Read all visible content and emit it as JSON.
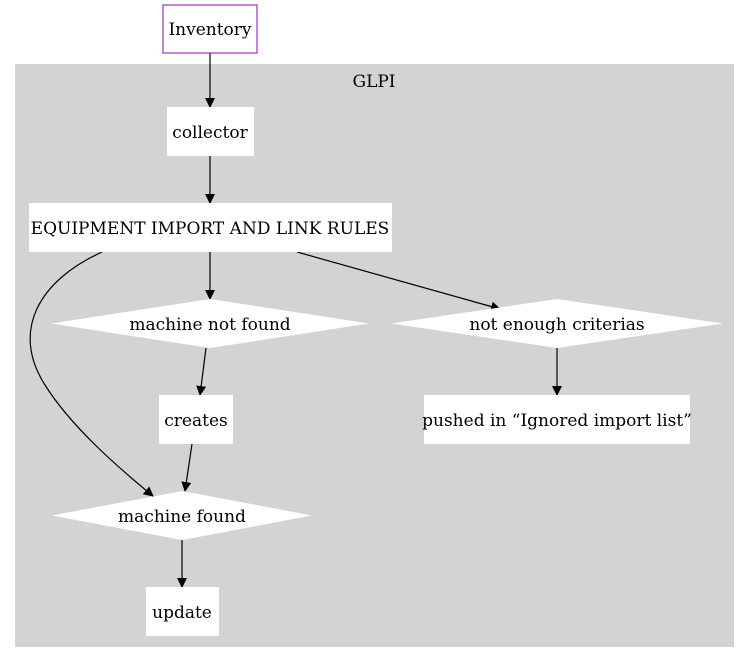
{
  "diagram": {
    "cluster": {
      "label": "GLPI",
      "fill": "#d3d3d3"
    },
    "nodes": {
      "inventory": {
        "label": "Inventory",
        "border": "#9933cc"
      },
      "collector": {
        "label": "collector"
      },
      "rules": {
        "label": "EQUIPMENT IMPORT AND LINK RULES"
      },
      "not_found": {
        "label": "machine not found"
      },
      "not_enough": {
        "label": "not enough criterias"
      },
      "creates": {
        "label": "creates"
      },
      "ignored": {
        "label": "pushed in “Ignored import list”"
      },
      "found": {
        "label": "machine found"
      },
      "update": {
        "label": "update"
      }
    },
    "edges": [
      {
        "from": "inventory",
        "to": "collector"
      },
      {
        "from": "collector",
        "to": "rules"
      },
      {
        "from": "rules",
        "to": "not_found"
      },
      {
        "from": "rules",
        "to": "not_enough"
      },
      {
        "from": "rules",
        "to": "found"
      },
      {
        "from": "not_found",
        "to": "creates"
      },
      {
        "from": "creates",
        "to": "found"
      },
      {
        "from": "not_enough",
        "to": "ignored"
      },
      {
        "from": "found",
        "to": "update"
      }
    ]
  }
}
